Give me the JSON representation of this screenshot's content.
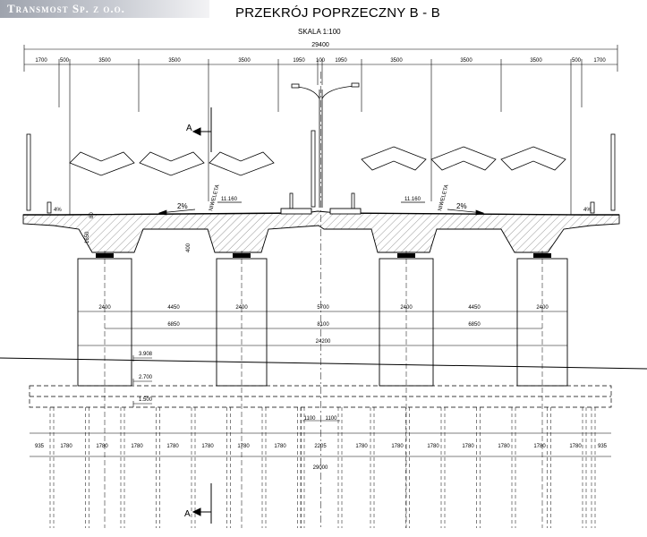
{
  "company": "Transmost Sp. z o.o.",
  "drawing": {
    "title": "PRZEKRÓJ POPRZECZNY  B - B",
    "scale": "SKALA 1:100"
  },
  "top_dims": {
    "overall": "29400",
    "segments": [
      "1700",
      "500",
      "3500",
      "3500",
      "3500",
      "1950",
      "100",
      "1950",
      "3500",
      "3500",
      "3500",
      "500",
      "1700"
    ]
  },
  "deck_labels": {
    "slope_left": "2%",
    "slope_right": "2%",
    "niweleta_left": "NIWELETA",
    "niweleta_right": "NIWELETA",
    "level_left": "11.160",
    "level_right": "11.160",
    "edge_slope_left": "4%",
    "edge_slope_right": "4%",
    "cornice": "80",
    "depth": "1650",
    "bearing": "400"
  },
  "section_marker": {
    "top_letter": "A",
    "bottom_letter": "A"
  },
  "pier_dims": {
    "row1": [
      "2400",
      "4450",
      "2400",
      "5700",
      "2400",
      "4450",
      "2400"
    ],
    "row2": [
      "6850",
      "8100",
      "6850"
    ],
    "row3": "24200"
  },
  "levels": {
    "ground": "3.908",
    "cap_top": "2.700",
    "cap_bottom": "1.500"
  },
  "pile_dims": {
    "center_pair": [
      "1100",
      "1100"
    ],
    "row": [
      "935",
      "1780",
      "1780",
      "1780",
      "1780",
      "1780",
      "1780",
      "1780",
      "2205",
      "1780",
      "1780",
      "1780",
      "1780",
      "1780",
      "1780",
      "1780",
      "935"
    ],
    "total": "29000"
  }
}
